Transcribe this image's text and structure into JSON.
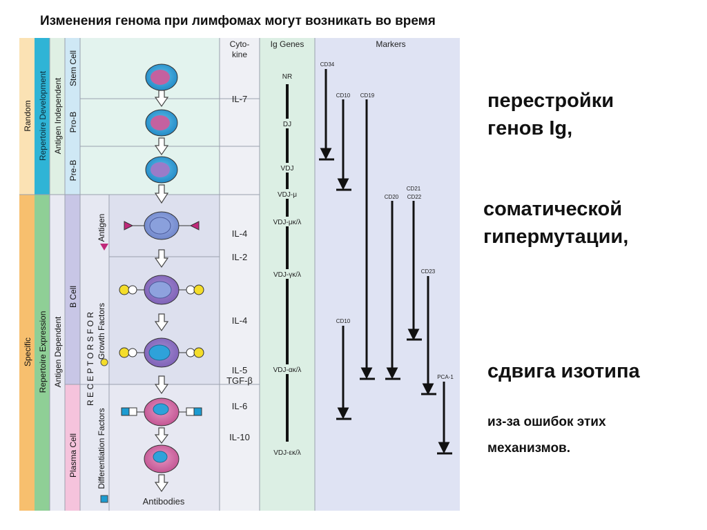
{
  "title": "Изменения генома при лимфомах могут возникать во время",
  "right_text": {
    "line1": "перестройки",
    "line2": "генов Ig,",
    "line3": "соматической",
    "line4": "гипермутации,",
    "line5": "сдвига изотипа",
    "line6": "из-за ошибок этих",
    "line7": "механизмов."
  },
  "diagram": {
    "bands": {
      "random": "Random",
      "specific": "Specific",
      "rep_dev": "Repertoire Development",
      "rep_exp": "Repertoire Expression",
      "ag_indep": "Antigen Independent",
      "ag_dep": "Antigen Dependent",
      "stem": "Stem Cell",
      "prob": "Pro-B",
      "preb": "Pre-B",
      "bcell": "B Cell",
      "plasma": "Plasma Cell",
      "antigen": "Antigen",
      "receptors": "R E C E P T O R S   F O R",
      "growth": "Growth Factors",
      "diff": "Differentiation Factors"
    },
    "headers": {
      "cytokine_1": "Cyto-",
      "cytokine_2": "kine",
      "ig": "Ig Genes",
      "markers": "Markers"
    },
    "cytokines": [
      "IL-7",
      "IL-4",
      "IL-2",
      "IL-4",
      "IL-5",
      "TGF-β",
      "IL-6",
      "IL-10"
    ],
    "ig_genes": [
      "NR",
      "DJ",
      "VDJ",
      "VDJ-μ",
      "VDJ-μκ/λ",
      "VDJ-γκ/λ",
      "VDJ-ακ/λ",
      "VDJ-εκ/λ"
    ],
    "markers": [
      "CD34",
      "CD10",
      "CD19",
      "CD20",
      "CD21",
      "CD22",
      "CD23",
      "CD10",
      "PCA-1"
    ],
    "antibodies": "Antibodies"
  }
}
